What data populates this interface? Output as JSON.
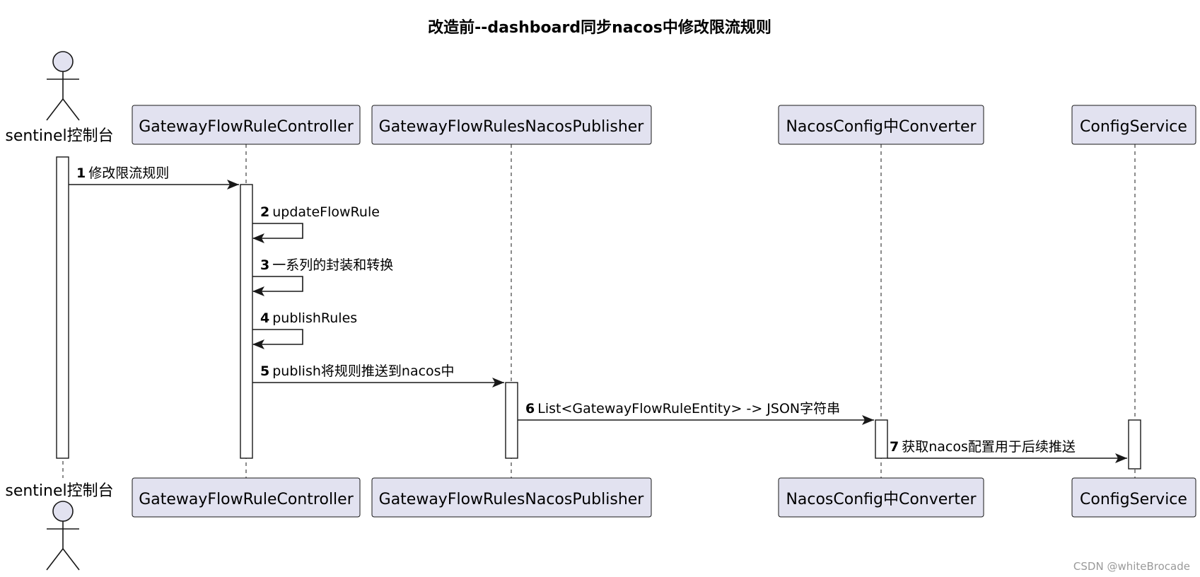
{
  "title": "改造前--dashboard同步nacos中修改限流规则",
  "actor": {
    "label": "sentinel控制台"
  },
  "participants": [
    {
      "id": "controller",
      "label": "GatewayFlowRuleController"
    },
    {
      "id": "publisher",
      "label": "GatewayFlowRulesNacosPublisher"
    },
    {
      "id": "converter",
      "label": "NacosConfig中Converter"
    },
    {
      "id": "configservice",
      "label": "ConfigService"
    }
  ],
  "messages": [
    {
      "num": "1",
      "text": "修改限流规则",
      "from": "actor",
      "to": "controller"
    },
    {
      "num": "2",
      "text": "updateFlowRule",
      "from": "controller",
      "to": "controller"
    },
    {
      "num": "3",
      "text": "一系列的封装和转换",
      "from": "controller",
      "to": "controller"
    },
    {
      "num": "4",
      "text": "publishRules",
      "from": "controller",
      "to": "controller"
    },
    {
      "num": "5",
      "text": "publish将规则推送到nacos中",
      "from": "controller",
      "to": "publisher"
    },
    {
      "num": "6",
      "text": "List<GatewayFlowRuleEntity> -> JSON字符串",
      "from": "publisher",
      "to": "converter"
    },
    {
      "num": "7",
      "text": "获取nacos配置用于后续推送",
      "from": "converter",
      "to": "configservice"
    }
  ],
  "watermark": "CSDN @whiteBrocade",
  "colors": {
    "participant_fill": "#E2E2F0",
    "line": "#181818"
  }
}
